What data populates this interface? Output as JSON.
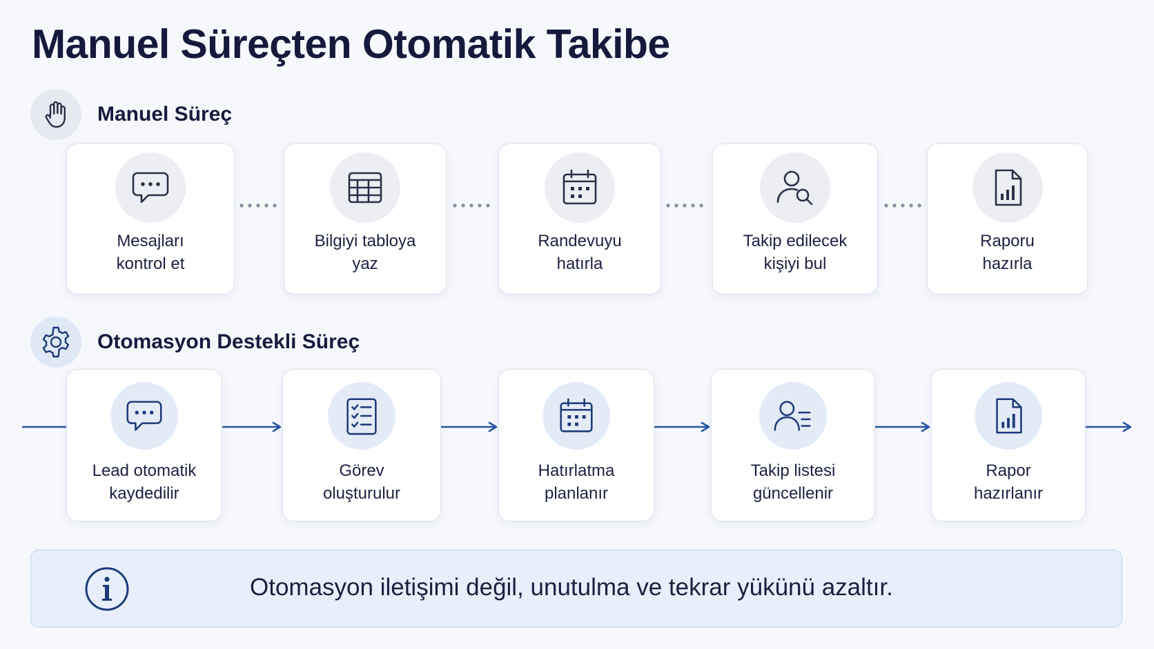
{
  "title": "Manuel Süreçten Otomatik Takibe",
  "manual": {
    "label": "Manuel Süreç",
    "icon": "hand-icon",
    "steps": [
      {
        "icon": "chat-bubble-icon",
        "line1": "Mesajları",
        "line2": "kontrol et"
      },
      {
        "icon": "spreadsheet-icon",
        "line1": "Bilgiyi tabloya",
        "line2": "yaz"
      },
      {
        "icon": "calendar-icon",
        "line1": "Randevuyu",
        "line2": "hatırla"
      },
      {
        "icon": "user-search-icon",
        "line1": "Takip edilecek",
        "line2": "kişiyi bul"
      },
      {
        "icon": "report-chart-icon",
        "line1": "Raporu",
        "line2": "hazırla"
      }
    ]
  },
  "automated": {
    "label": "Otomasyon Destekli Süreç",
    "icon": "gear-icon",
    "steps": [
      {
        "icon": "chat-bubble-icon",
        "line1": "Lead otomatik",
        "line2": "kaydedilir"
      },
      {
        "icon": "checklist-icon",
        "line1": "Görev",
        "line2": "oluşturulur"
      },
      {
        "icon": "calendar-icon",
        "line1": "Hatırlatma",
        "line2": "planlanır"
      },
      {
        "icon": "user-list-icon",
        "line1": "Takip listesi",
        "line2": "güncellenir"
      },
      {
        "icon": "report-chart-icon",
        "line1": "Rapor",
        "line2": "hazırlanır"
      }
    ]
  },
  "note": {
    "icon": "info-icon",
    "text": "Otomasyon iletişimi değil, unutulma ve tekrar yükünü azaltır."
  },
  "colors": {
    "title": "#151a3d",
    "manual_icon": "#2a2f48",
    "auto_icon": "#1c3a78",
    "arrow": "#2554a6",
    "info_bg": "#e7effa"
  }
}
